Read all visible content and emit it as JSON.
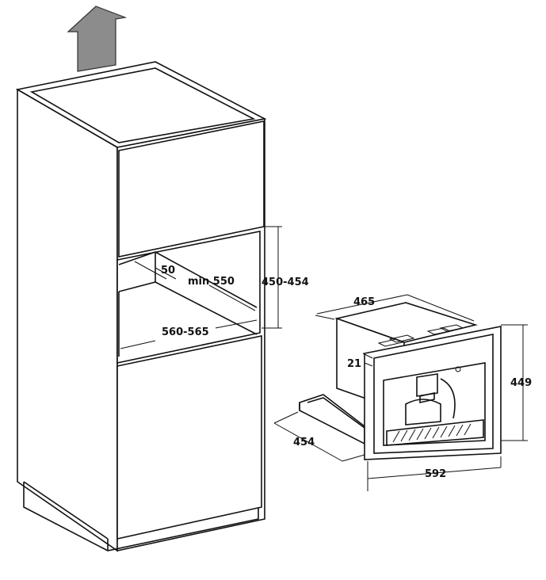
{
  "dimensions": {
    "cavity_depth_offset": "50",
    "cavity_depth_min": "min 550",
    "cavity_height": "450-454",
    "cavity_width": "560-565",
    "appliance_depth": "465",
    "front_panel_offset": "21",
    "appliance_height": "449",
    "cabinet_depth": "454",
    "appliance_width": "592"
  },
  "colors": {
    "line": "#111111",
    "arrow_fill": "#8c8c8c",
    "background": "#ffffff"
  }
}
